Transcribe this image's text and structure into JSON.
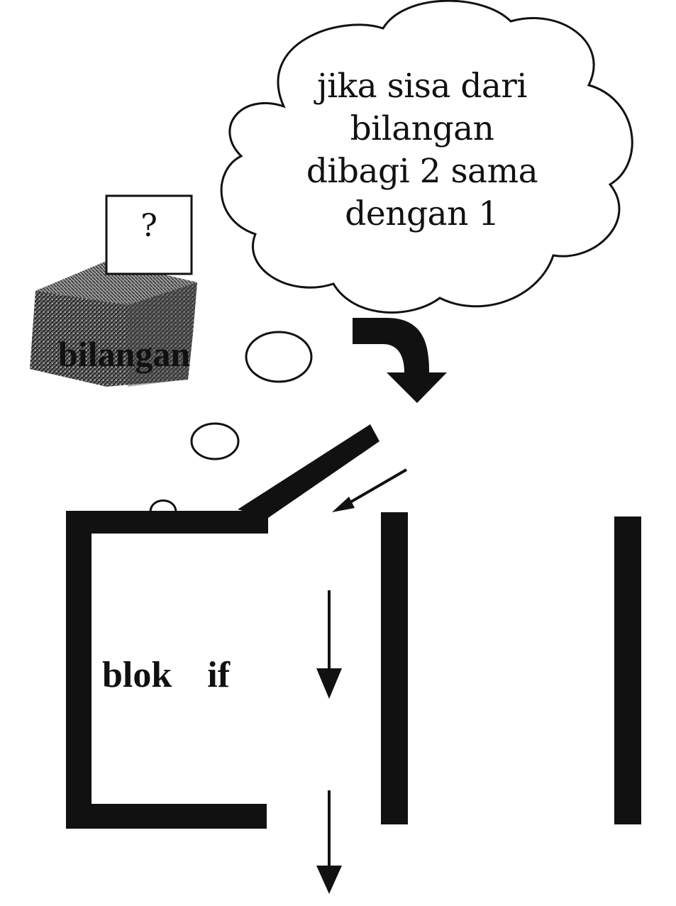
{
  "cloud": {
    "text_lines": [
      "jika sisa dari",
      "bilangan",
      "dibagi 2 sama",
      "dengan 1"
    ]
  },
  "box": {
    "symbol": "?"
  },
  "labels": {
    "bilangan": "bilangan",
    "blok_if": "blok  if"
  },
  "colors": {
    "ink": "#111111",
    "paper": "#ffffff",
    "shade": "#555555"
  }
}
